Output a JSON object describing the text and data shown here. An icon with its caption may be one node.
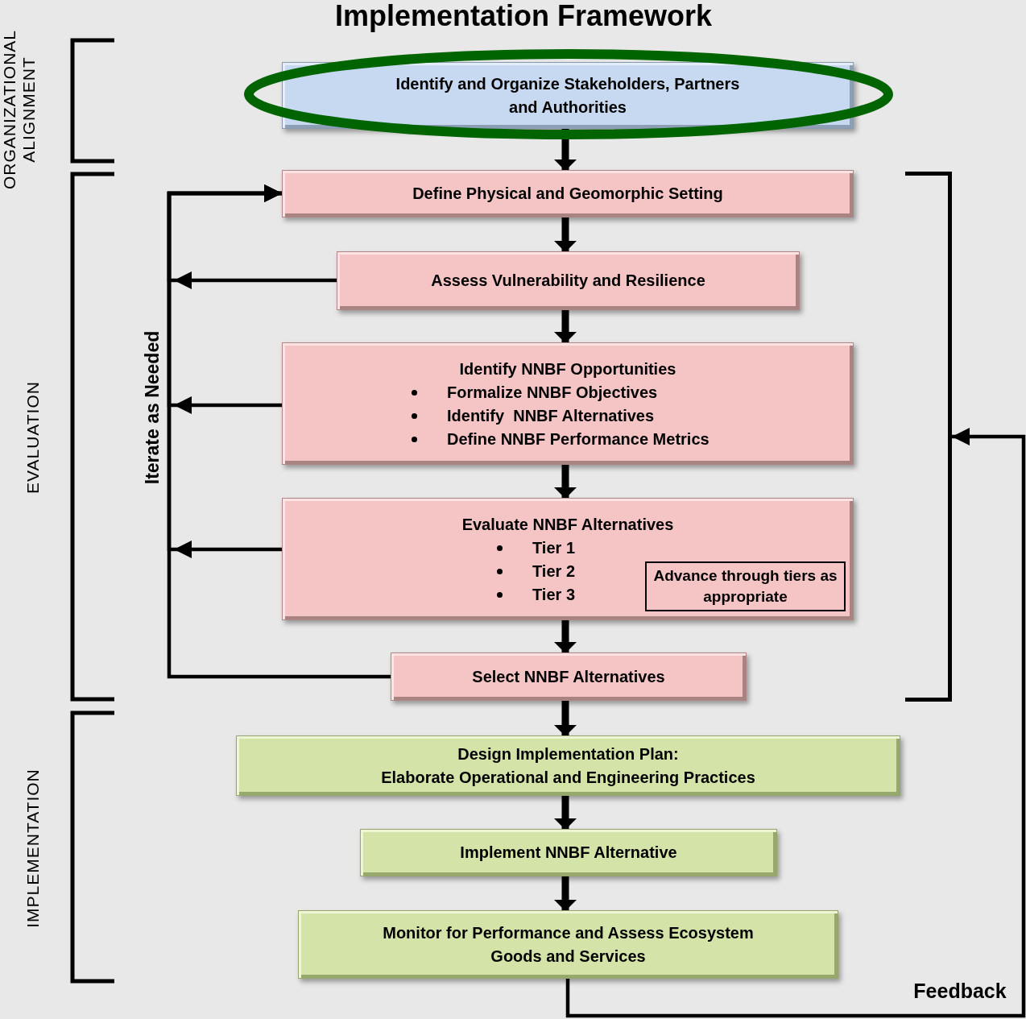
{
  "diagram": {
    "title": "Implementation Framework",
    "nodes": [
      {
        "text": [
          "Identify and Organize Stakeholders, Partners and Authorities"
        ]
      },
      {
        "text": [
          "Define Physical and Geomorphic Setting"
        ]
      },
      {
        "text": [
          "Assess Vulnerability and Resilience"
        ]
      },
      {
        "text": [
          "Identify NNBF Opportunities",
          "Formalize NNBF Objectives",
          "Identify  NNBF Alternatives",
          "Define NNBF Performance Metrics"
        ]
      },
      {
        "text": [
          "Evaluate NNBF Alternatives",
          "Tier 1",
          "Tier 2",
          "Tier 3"
        ]
      },
      {
        "text": [
          "Advance through tiers as appropriate"
        ],
        "in": 4
      },
      {
        "text": [
          "Select NNBF Alternatives"
        ]
      },
      {
        "text": [
          "Design Implementation Plan:",
          "Elaborate Operational and Engineering Practices"
        ]
      },
      {
        "text": [
          "Implement NNBF Alternative"
        ]
      },
      {
        "text": [
          "Monitor for Performance and Assess Ecosystem Goods and Services"
        ]
      },
      {
        "text": [],
        "shape": "bracket"
      }
    ],
    "edges": [
      {
        "from": 0,
        "to": 1,
        "arrow": "to"
      },
      {
        "from": 1,
        "to": 2,
        "arrow": "to"
      },
      {
        "from": 2,
        "to": 3,
        "arrow": "to"
      },
      {
        "from": 3,
        "to": 4,
        "arrow": "to"
      },
      {
        "from": 4,
        "to": 6,
        "arrow": "to"
      },
      {
        "from": 6,
        "to": 7,
        "arrow": "to"
      },
      {
        "from": 7,
        "to": 8,
        "arrow": "to"
      },
      {
        "from": 8,
        "to": 9,
        "arrow": "to"
      },
      {
        "from": 6,
        "to": 1,
        "arrow": "to",
        "label": "Iterate as Needed"
      },
      {
        "from": 2,
        "to": 1,
        "arrow": "to"
      },
      {
        "from": 3,
        "to": 1,
        "arrow": "to"
      },
      {
        "from": 4,
        "to": 1,
        "arrow": "to"
      },
      {
        "from": 9,
        "to": 10,
        "arrow": "to",
        "label": "Feedback"
      }
    ],
    "labels": [
      "ORGANIZATIONAL ALIGNMENT",
      "EVALUATION",
      "IMPLEMENTATION"
    ]
  }
}
